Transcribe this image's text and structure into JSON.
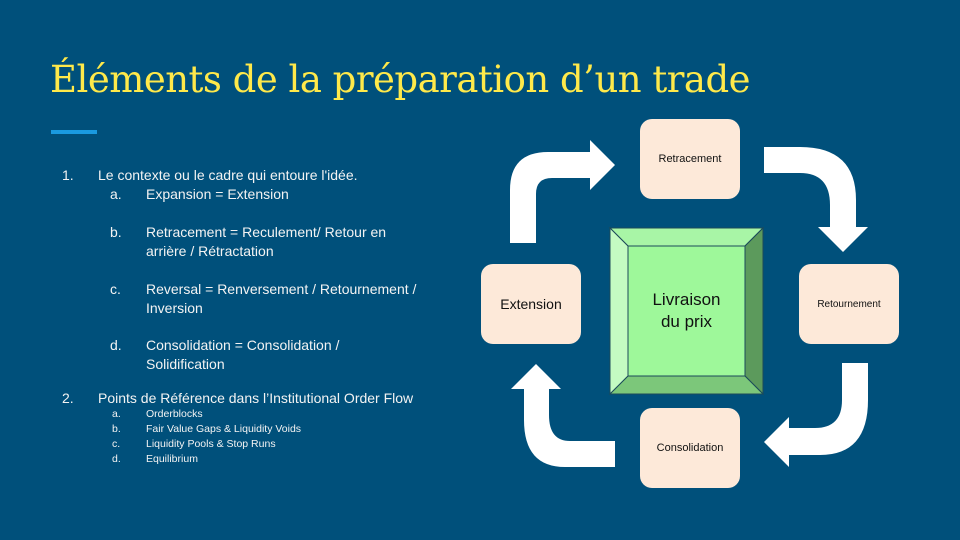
{
  "slide": {
    "title": "Éléments de la préparation d’un trade",
    "colors": {
      "background": "#00507b",
      "title": "#ffe94a",
      "accent_rule": "#1a9ae0",
      "box_fill": "#fde9d9",
      "center_fill": "#9ef89a"
    }
  },
  "list": {
    "items": [
      {
        "marker": "1.",
        "text": "Le contexte ou le cadre qui entoure l'idée.",
        "subitems": [
          {
            "marker": "a.",
            "line1": "Expansion = Extension",
            "line2": ""
          },
          {
            "marker": "b.",
            "line1": "Retracement = Reculement/ Retour en",
            "line2": "arrière / Rétractation"
          },
          {
            "marker": "c.",
            "line1": "Reversal = Renversement / Retournement /",
            "line2": "Inversion"
          },
          {
            "marker": "d.",
            "line1": "Consolidation = Consolidation /",
            "line2": "Solidification"
          }
        ]
      },
      {
        "marker": "2.",
        "text": "Points de Référence dans l’Institutional Order Flow",
        "subitems": [
          {
            "marker": "a.",
            "text": "Orderblocks"
          },
          {
            "marker": "b.",
            "text": "Fair Value Gaps & Liquidity Voids"
          },
          {
            "marker": "c.",
            "text": "Liquidity Pools & Stop Runs"
          },
          {
            "marker": "d.",
            "text": "Equilibrium"
          }
        ]
      }
    ]
  },
  "diagram": {
    "center": {
      "line1": "Livraison",
      "line2": "du prix"
    },
    "nodes": {
      "top": "Retracement",
      "right": "Retournement",
      "bottom": "Consolidation",
      "left": "Extension"
    }
  }
}
